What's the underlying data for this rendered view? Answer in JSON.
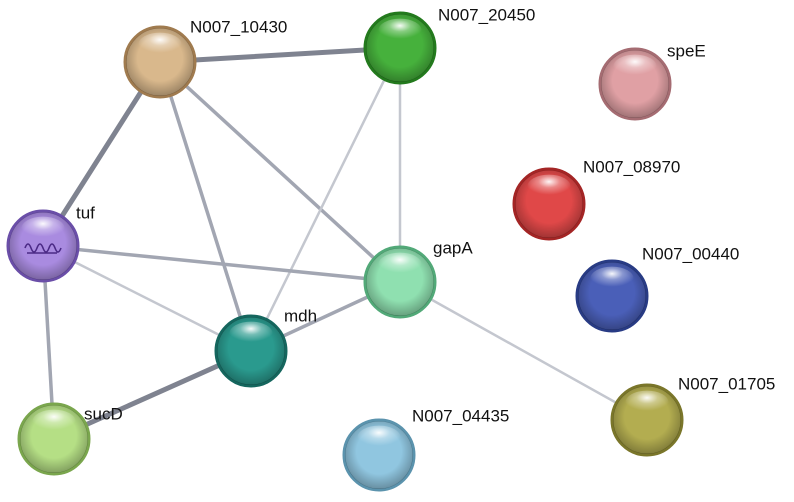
{
  "nodes": [
    {
      "id": "N007_10430",
      "label": "N007_10430",
      "color": "#d9b88c",
      "rim": "#a07b4f"
    },
    {
      "id": "N007_20450",
      "label": "N007_20450",
      "color": "#46b13c",
      "rim": "#237a1d"
    },
    {
      "id": "speE",
      "label": "speE",
      "color": "#e0a0a4",
      "rim": "#a56c72"
    },
    {
      "id": "N007_08970",
      "label": "N007_08970",
      "color": "#e04848",
      "rim": "#a42525"
    },
    {
      "id": "tuf",
      "label": "tuf",
      "color": "#a98be0",
      "rim": "#6a4ea8",
      "has_structure": true
    },
    {
      "id": "gapA",
      "label": "gapA",
      "color": "#8fe0b0",
      "rim": "#52a978"
    },
    {
      "id": "N007_00440",
      "label": "N007_00440",
      "color": "#4a5fb8",
      "rim": "#283b84"
    },
    {
      "id": "mdh",
      "label": "mdh",
      "color": "#2a9a8e",
      "rim": "#15665e"
    },
    {
      "id": "N007_01705",
      "label": "N007_01705",
      "color": "#b3ad50",
      "rim": "#7a762a"
    },
    {
      "id": "sucD",
      "label": "sucD",
      "color": "#b5df85",
      "rim": "#7aa64d"
    },
    {
      "id": "N007_04435",
      "label": "N007_04435",
      "color": "#90c6e0",
      "rim": "#5b93ad"
    }
  ],
  "edges": [
    {
      "source": "N007_10430",
      "target": "N007_20450",
      "strength": "strong"
    },
    {
      "source": "N007_10430",
      "target": "tuf",
      "strength": "strong"
    },
    {
      "source": "N007_10430",
      "target": "mdh",
      "strength": "medium"
    },
    {
      "source": "N007_10430",
      "target": "gapA",
      "strength": "medium"
    },
    {
      "source": "N007_20450",
      "target": "mdh",
      "strength": "weak"
    },
    {
      "source": "N007_20450",
      "target": "gapA",
      "strength": "weak"
    },
    {
      "source": "tuf",
      "target": "gapA",
      "strength": "medium"
    },
    {
      "source": "tuf",
      "target": "mdh",
      "strength": "weak"
    },
    {
      "source": "tuf",
      "target": "sucD",
      "strength": "medium"
    },
    {
      "source": "mdh",
      "target": "gapA",
      "strength": "medium"
    },
    {
      "source": "mdh",
      "target": "sucD",
      "strength": "strong"
    },
    {
      "source": "gapA",
      "target": "N007_01705",
      "strength": "weak"
    }
  ],
  "edge_colors": {
    "strong": "#7f8390",
    "medium": "#a2a6b2",
    "weak": "#c4c7cf"
  }
}
